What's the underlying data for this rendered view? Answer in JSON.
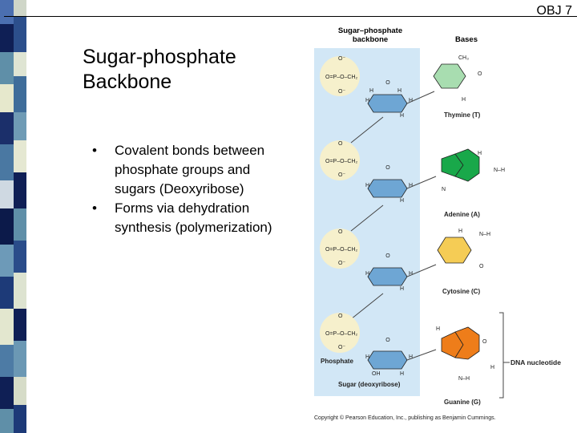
{
  "header": {
    "code": "OBJ 7"
  },
  "slide": {
    "title": "Sugar-phosphate\nBackbone",
    "bullets": [
      "Covalent bonds between phosphate groups and sugars (Deoxyribose)",
      "Forms via dehydration synthesis (polymerization)"
    ]
  },
  "figure": {
    "backbone_heading_1": "Sugar–phosphate",
    "backbone_heading_2": "backbone",
    "bases_heading": "Bases",
    "phosphate_label": "Phosphate",
    "sugar_label": "Sugar (deoxyribose)",
    "nucleotide_label": "DNA nucleotide",
    "copyright": "Copyright © Pearson Education, Inc., publishing as Benjamin Cummings.",
    "bases": [
      {
        "name": "Thymine (T)",
        "color": "#a8ddb0"
      },
      {
        "name": "Adenine (A)",
        "color": "#19a84a"
      },
      {
        "name": "Cytosine (C)",
        "color": "#f5cc55"
      },
      {
        "name": "Guanine (G)",
        "color": "#ee7d1a"
      }
    ],
    "colors": {
      "backbone_bg": "#d2e7f6",
      "sugar_ring": "#6ea6d4",
      "phosphate_circle": "#f6f0cc"
    }
  }
}
